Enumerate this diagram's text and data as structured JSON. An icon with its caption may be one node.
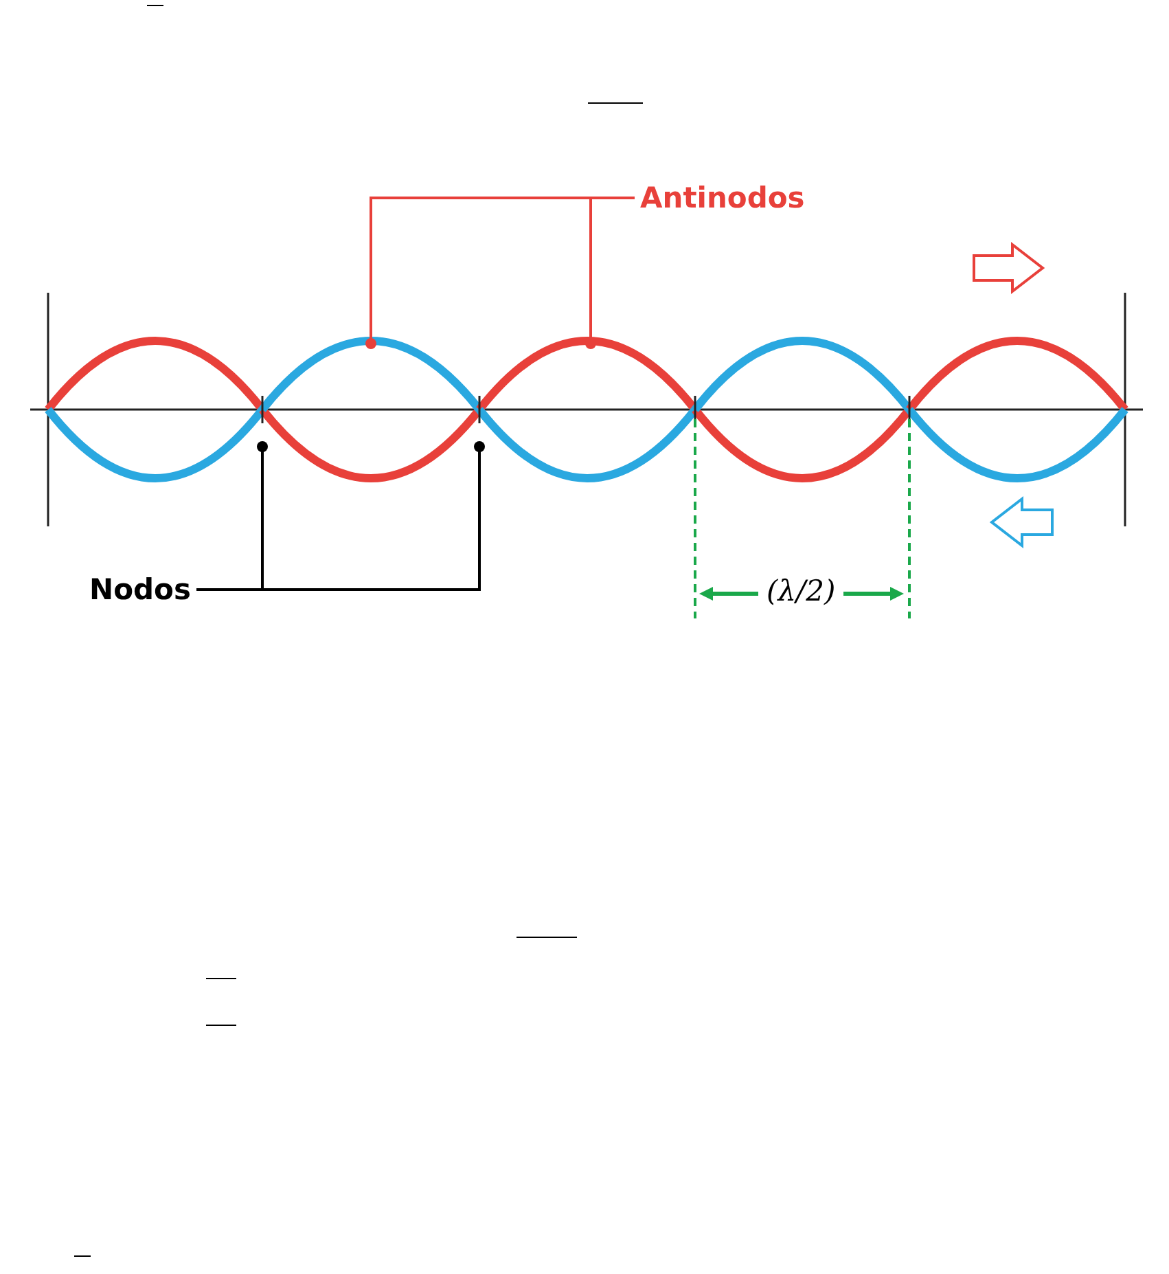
{
  "diagram": {
    "nodes": [
      {
        "text": [
          "Antinodos"
        ]
      },
      {
        "text": [],
        "shape": "dot"
      },
      {
        "text": [],
        "shape": "dot"
      },
      {
        "text": [
          "Nodos"
        ]
      },
      {
        "text": [],
        "shape": "dot"
      },
      {
        "text": [],
        "shape": "dot"
      }
    ],
    "edges": [
      {
        "from": 0,
        "to": 1,
        "arrow": "none",
        "color": "#e8403a"
      },
      {
        "from": 0,
        "to": 2,
        "arrow": "none",
        "color": "#e8403a"
      },
      {
        "from": 3,
        "to": 4,
        "arrow": "none",
        "color": "#000000"
      },
      {
        "from": 3,
        "to": 5,
        "arrow": "none",
        "color": "#000000"
      }
    ],
    "labels": [
      "(λ/2)"
    ]
  }
}
